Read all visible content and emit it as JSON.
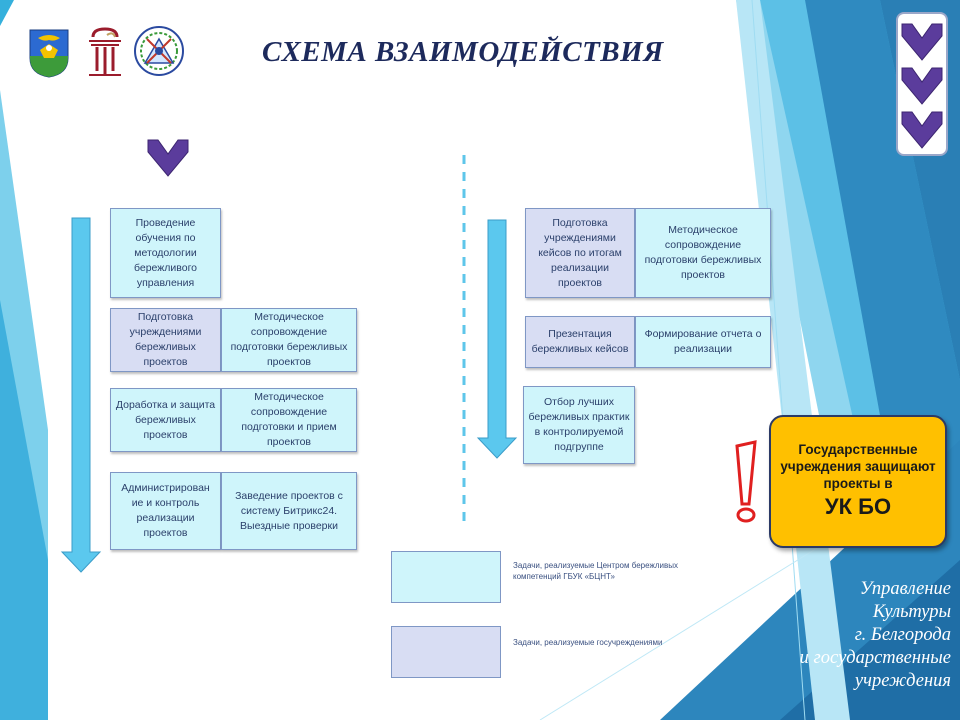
{
  "title": "СХЕМА ВЗАИМОДЕЙСТВИЯ",
  "logos": [
    {
      "icon": "belgorod-coat-of-arms-icon"
    },
    {
      "icon": "culture-emblem-icon"
    },
    {
      "icon": "round-emblem-icon"
    }
  ],
  "left_column": {
    "top_box": "Проведение обучения по методологии бережливого управления",
    "rows": [
      {
        "left": "Подготовка учреждениями бережливых проектов",
        "right": "Методическое сопровождение подготовки бережливых проектов"
      },
      {
        "left": "Доработка и защита бережливых проектов",
        "right": "Методическое сопровождение подготовки и прием проектов"
      },
      {
        "left": "Администрирован ие и контроль реализации проектов",
        "right": "Заведение проектов с систему Битрикс24. Выездные проверки"
      }
    ]
  },
  "right_column": {
    "rows": [
      {
        "left": "Подготовка учреждениями кейсов по итогам реализации проектов",
        "right": "Методическое сопровождение подготовки бережливых проектов"
      },
      {
        "left": "Презентация бережливых кейсов",
        "right": "Формирование отчета о реализации"
      }
    ],
    "bottom_box": "Отбор лучших бережливых практик в контролируемой подгруппе"
  },
  "legend": {
    "cyan_label": "Задачи, реализуемые Центром бережливых компетенций ГБУК «БЦНТ»",
    "lavender_label": "Задачи, реализуемые госучреждениями"
  },
  "callout": {
    "text": "Государственные учреждения защищают проекты в",
    "highlight": "УК БО"
  },
  "footer_lines": [
    "Управление",
    "Культуры",
    "г. Белгорода",
    "и государственные",
    "учреждения"
  ],
  "colors": {
    "cyan_box": "#cff5fb",
    "lavender_box": "#d8ddf3",
    "arrow": "#5bc8ee",
    "chevron": "#5b3c9c",
    "callout": "#ffc000",
    "title": "#1d2a5c"
  }
}
